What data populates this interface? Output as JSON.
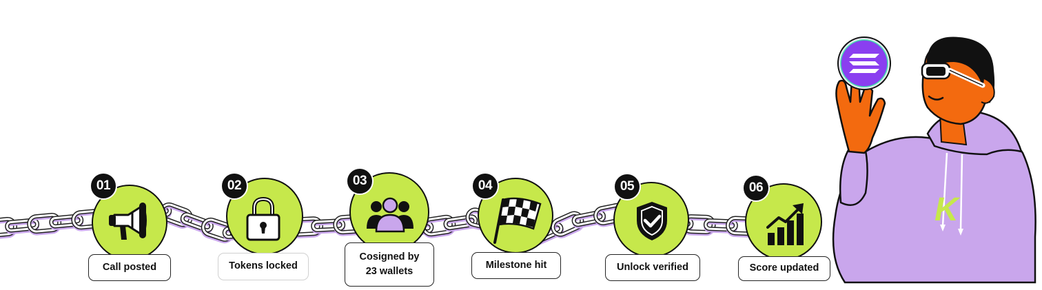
{
  "steps": [
    {
      "number": "01",
      "label": "Call posted",
      "icon": "megaphone-icon"
    },
    {
      "number": "02",
      "label": "Tokens locked",
      "icon": "padlock-icon"
    },
    {
      "number": "03",
      "label": "Cosigned by\n23 wallets",
      "icon": "group-icon"
    },
    {
      "number": "04",
      "label": "Milestone hit",
      "icon": "checkered-flag-icon"
    },
    {
      "number": "05",
      "label": "Unlock verified",
      "icon": "shield-check-icon"
    },
    {
      "number": "06",
      "label": "Score updated",
      "icon": "growth-chart-icon"
    }
  ],
  "illustration": {
    "hoodie_logo": "K",
    "token_icon": "solana-logo-icon"
  },
  "colors": {
    "lime": "#c6e84b",
    "lavender": "#c9a6ec",
    "orange": "#f36a0f",
    "ink": "#111111",
    "token_purple": "#9945ff",
    "token_green": "#19fb9b"
  }
}
